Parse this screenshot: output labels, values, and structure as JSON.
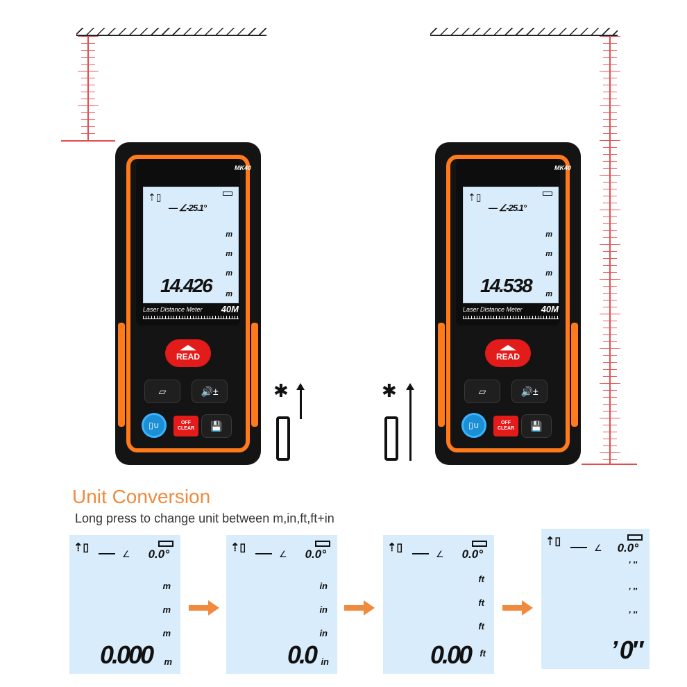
{
  "device": {
    "model": "MK40",
    "brand": "Laser Distance Meter",
    "range": "40M",
    "angle": "-25.1°",
    "units": [
      "m",
      "m",
      "m"
    ],
    "read_label": "READ",
    "off_clear_line1": "OFF",
    "off_clear_line2": "CLEAR",
    "area_btn": "▱",
    "vol_btn": "🔊±",
    "save_btn": "💾",
    "unit_btn": "▯∪"
  },
  "left_device": {
    "reading": "14.426",
    "reading_unit": "m"
  },
  "right_device": {
    "reading": "14.538",
    "reading_unit": "m"
  },
  "pictogram": {
    "star": "✱"
  },
  "unit_conversion": {
    "title": "Unit Conversion",
    "subtitle": "Long press to change unit between m,in,ft,ft+in",
    "panels": [
      {
        "angle": "0.0°",
        "units": [
          "m",
          "m",
          "m"
        ],
        "reading": "0.000",
        "reading_unit": "m"
      },
      {
        "angle": "0.0°",
        "units": [
          "in",
          "in",
          "in"
        ],
        "reading": "0.0",
        "reading_unit": "in"
      },
      {
        "angle": "0.0°",
        "units": [
          "ft",
          "ft",
          "ft"
        ],
        "reading": "0.00",
        "reading_unit": "ft"
      },
      {
        "angle": "0.0°",
        "units": [
          "’  ″",
          "’  ″",
          "’  ″"
        ],
        "reading": "’   0″",
        "reading_unit": ""
      }
    ]
  }
}
